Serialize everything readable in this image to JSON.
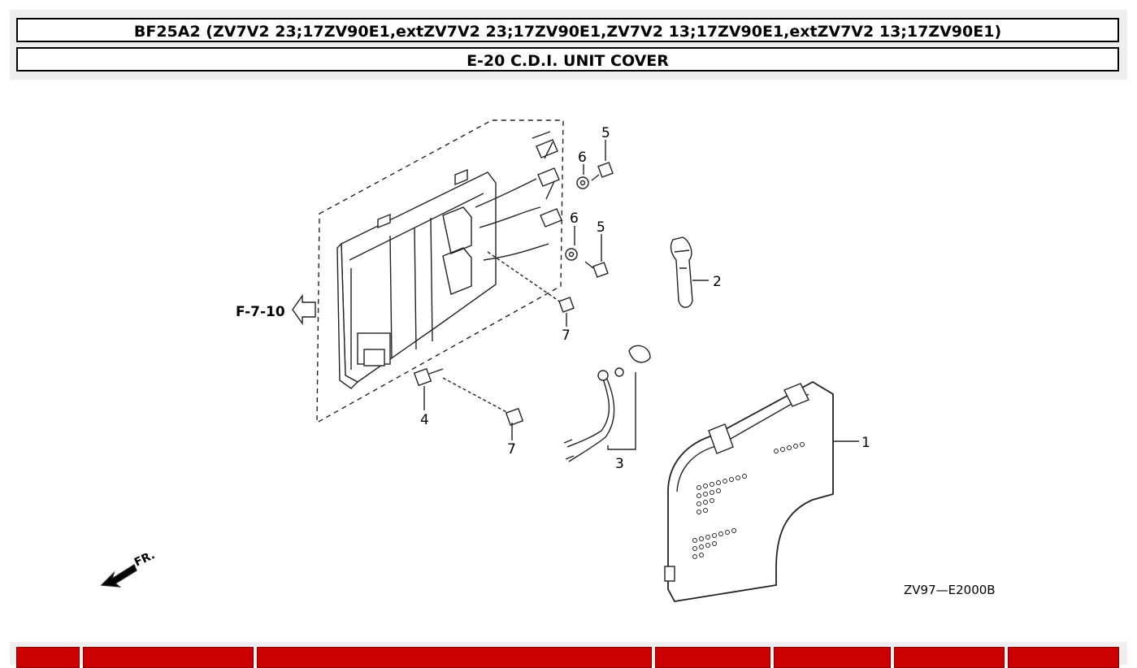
{
  "header": {
    "title": "BF25A2 (ZV7V2 23;17ZV90E1,extZV7V2 23;17ZV90E1,ZV7V2 13;17ZV90E1,extZV7V2 13;17ZV90E1)",
    "section": "E-20 C.D.I. UNIT COVER"
  },
  "diagram": {
    "ref_label": "F-7-10",
    "front_label": "FR.",
    "code": "ZV97—E2000B",
    "callouts": {
      "c1": "1",
      "c2": "2",
      "c3": "3",
      "c4": "4",
      "c5a": "5",
      "c5b": "5",
      "c6a": "6",
      "c6b": "6",
      "c7a": "7",
      "c7b": "7"
    }
  },
  "colors": {
    "table_header": "#cc0000",
    "panel_bg": "#eeeeee"
  }
}
